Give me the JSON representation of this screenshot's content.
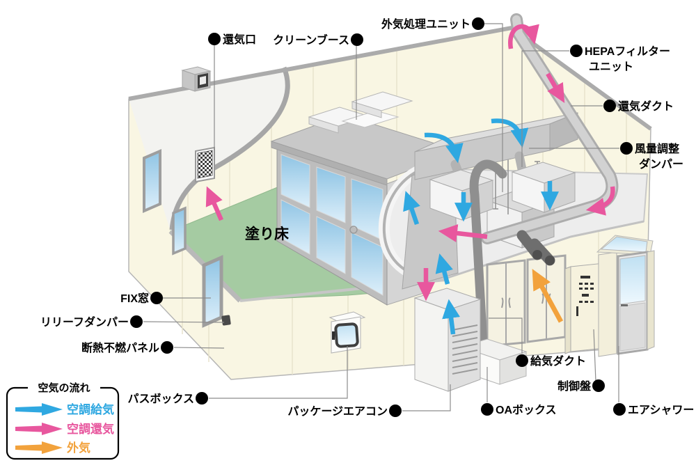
{
  "colors": {
    "supply_air": "#2FA8E1",
    "return_air": "#E8579E",
    "outside_air": "#F2A23C",
    "wall": "#F9F6E3",
    "coated_floor_green": "#A5CBA2",
    "glass_blue": "#A9D3EC",
    "duct_gray": "#C9C9C9"
  },
  "labels": {
    "return_air_grille": "還気口",
    "clean_booth": "クリーンブース",
    "outside_air_unit": "外気処理ユニット",
    "hepa_filter_line1": "HEPAフィルター",
    "hepa_filter_line2": "ユニット",
    "return_air_duct": "還気ダクト",
    "volume_damper_line1": "風量調整",
    "volume_damper_line2": "ダンパー",
    "coated_floor": "塗り床",
    "fix_window": "FIX窓",
    "relief_damper": "リリーフダンパー",
    "insulated_panel": "断熱不燃パネル",
    "pass_box": "パスボックス",
    "package_aircon": "パッケージエアコン",
    "supply_air_duct": "給気ダクト",
    "control_panel": "制御盤",
    "oa_box": "OAボックス",
    "air_shower": "エアシャワー"
  },
  "legend": {
    "title": "空気の流れ",
    "items": [
      {
        "label": "空調給気",
        "color": "#2FA8E1"
      },
      {
        "label": "空調還気",
        "color": "#E8579E"
      },
      {
        "label": "外気",
        "color": "#F2A23C"
      }
    ]
  }
}
